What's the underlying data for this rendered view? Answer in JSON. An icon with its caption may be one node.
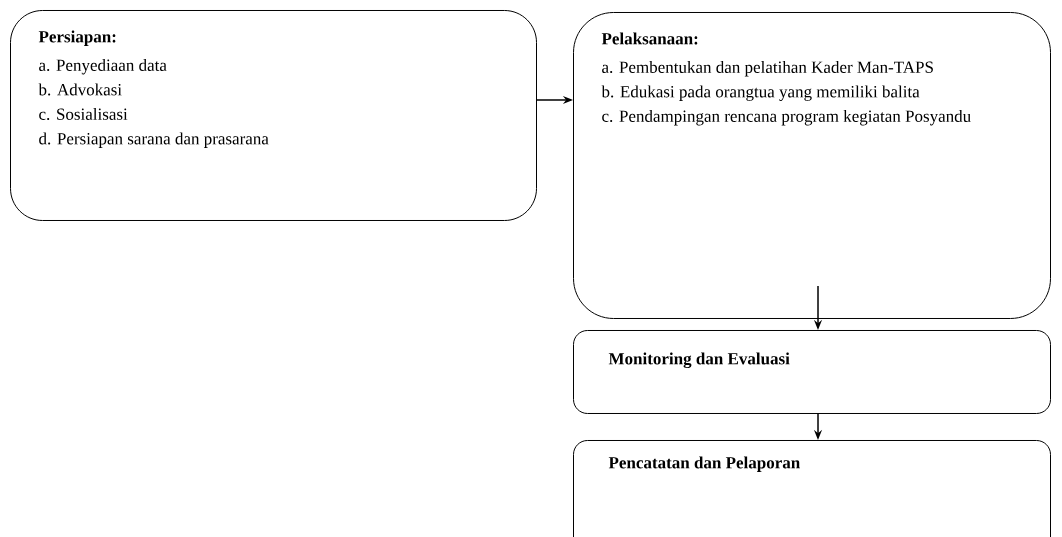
{
  "diagram": {
    "nodes": [
      {
        "text": [
          "Persiapan:",
          "a. Penyediaan data",
          "b. Advokasi",
          "c. Sosialisasi",
          "d. Persiapan sarana dan prasarana"
        ]
      },
      {
        "text": [
          "Pelaksanaan:",
          "a. Pembentukan dan pelatihan Kader Man-TAPS",
          "b. Edukasi pada orangtua yang memiliki balita",
          "c. Pendampingan rencana program kegiatan Posyandu"
        ]
      },
      {
        "text": [
          "Monitoring dan Evaluasi"
        ]
      },
      {
        "text": [
          "Pencatatan dan Pelaporan"
        ]
      }
    ],
    "edges": [
      {
        "from": 0,
        "to": 1,
        "arrow": "to"
      },
      {
        "from": 1,
        "to": 2,
        "arrow": "to"
      },
      {
        "from": 2,
        "to": 3,
        "arrow": "to"
      }
    ]
  }
}
